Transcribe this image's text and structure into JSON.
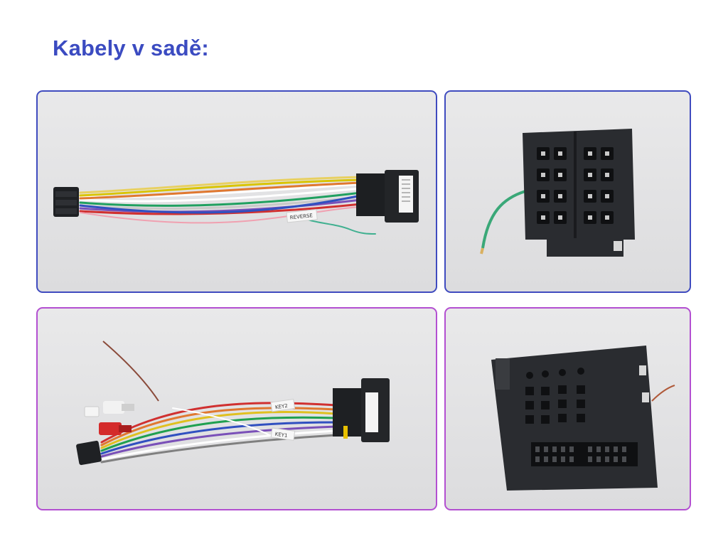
{
  "header": {
    "title": "Kabely v sadě:"
  },
  "photos": {
    "harness_1": {
      "label": "REVERSE"
    },
    "harness_2": {
      "labels": [
        "KEY2",
        "KEY1"
      ]
    }
  },
  "colors": {
    "title": "#3b4bc1",
    "frame_top": "#3f4bbf",
    "frame_bottom": "#b34fd1"
  }
}
